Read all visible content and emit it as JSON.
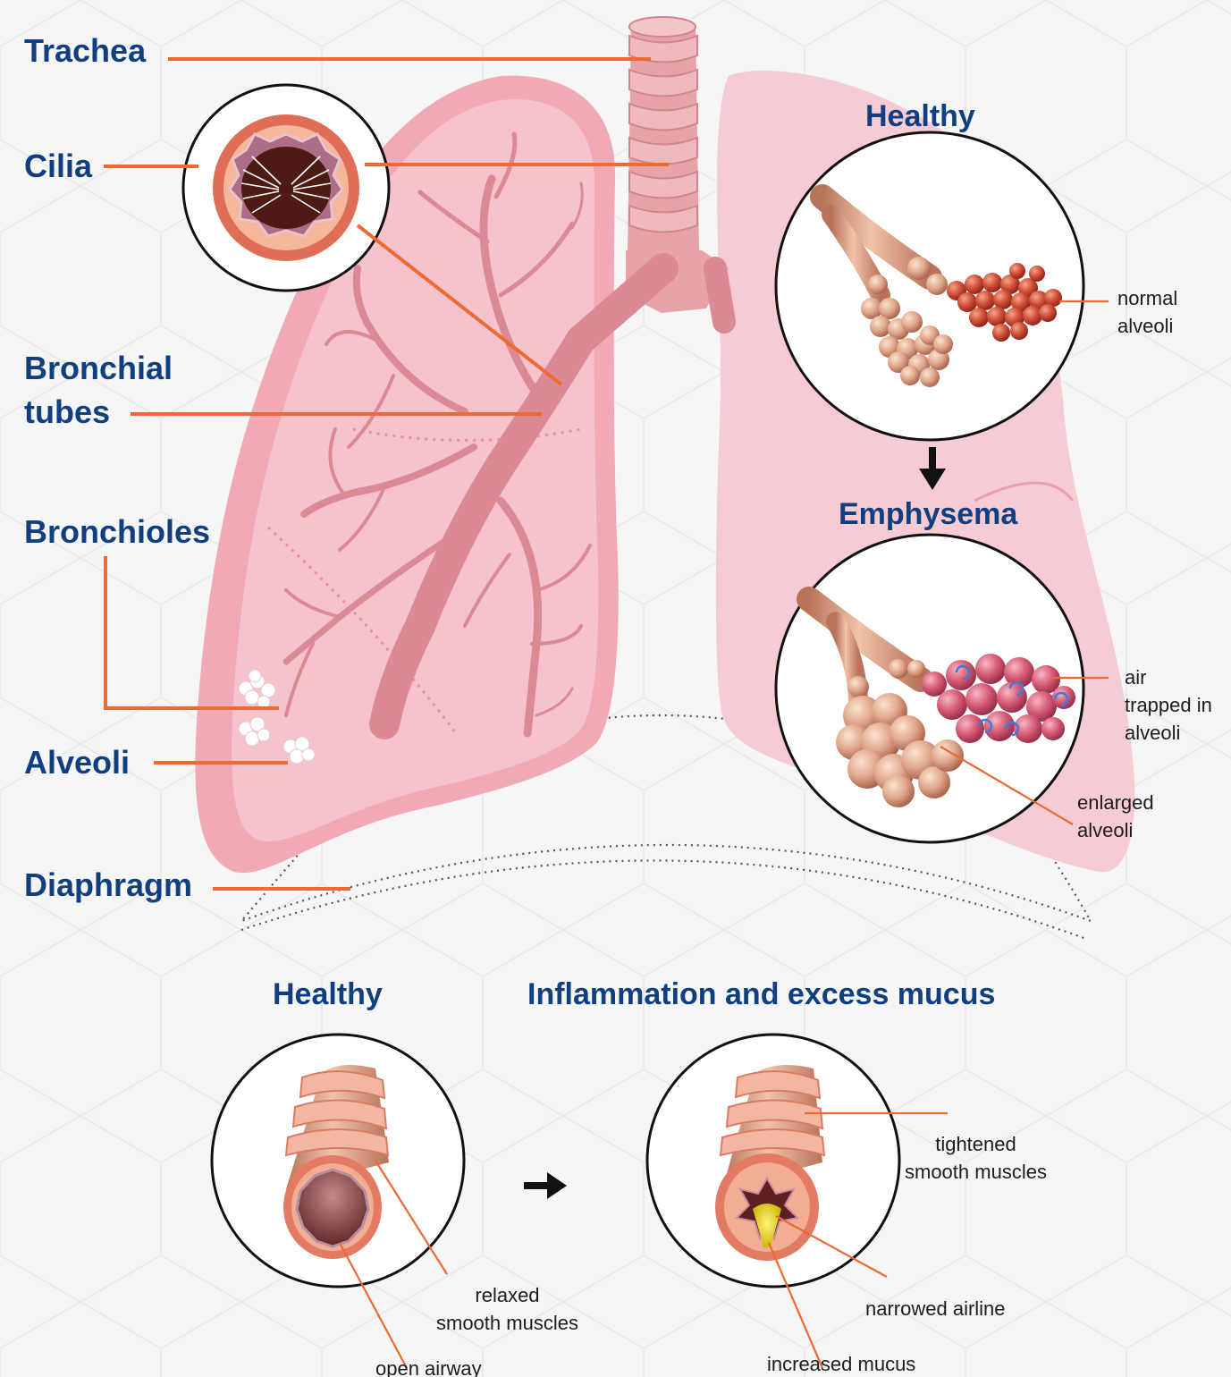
{
  "labels": {
    "trachea": "Trachea",
    "cilia": "Cilia",
    "bronchial_tubes": "Bronchial\ntubes",
    "bronchioles": "Bronchioles",
    "alveoli": "Alveoli",
    "diaphragm": "Diaphragm"
  },
  "alveoli_panel": {
    "healthy_heading": "Healthy",
    "emphysema_heading": "Emphysema",
    "normal_alveoli": "normal\nalveoli",
    "air_trapped": "air\ntrapped in\nalveoli",
    "enlarged_alveoli": "enlarged\nalveoli"
  },
  "airway_panel": {
    "healthy_heading": "Healthy",
    "inflamed_heading": "Inflammation and excess mucus",
    "relaxed_muscles": "relaxed\nsmooth muscles",
    "open_airway": "open airway",
    "tightened_muscles": "tightened\nsmooth muscles",
    "narrowed_airline": "narrowed airline",
    "increased_mucus": "increased mucus"
  },
  "colors": {
    "heading_blue": "#0f3f7e",
    "leader_orange": "#ee6a33",
    "lung_pink": "#f2b3bd",
    "bronchi_rose": "#d98592",
    "background": "#f6f6f7"
  }
}
